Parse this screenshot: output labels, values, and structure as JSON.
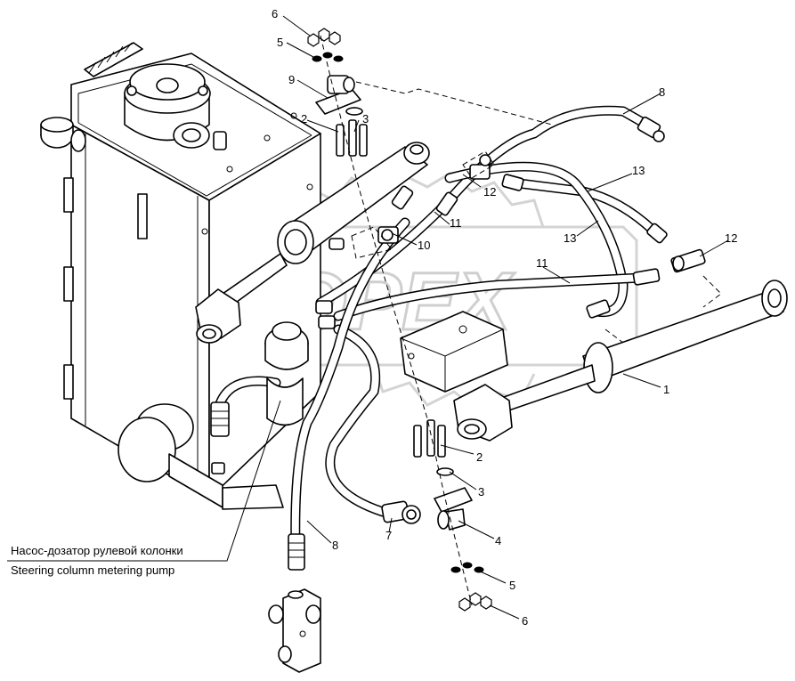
{
  "callouts": [
    {
      "id": "c6a",
      "label": "6"
    },
    {
      "id": "c5a",
      "label": "5"
    },
    {
      "id": "c9",
      "label": "9"
    },
    {
      "id": "c2a",
      "label": "2"
    },
    {
      "id": "c3a",
      "label": "3"
    },
    {
      "id": "c8a",
      "label": "8"
    },
    {
      "id": "c13a",
      "label": "13"
    },
    {
      "id": "c12a",
      "label": "12"
    },
    {
      "id": "c11a",
      "label": "11"
    },
    {
      "id": "c10",
      "label": "10"
    },
    {
      "id": "c13b",
      "label": "13"
    },
    {
      "id": "c12b",
      "label": "12"
    },
    {
      "id": "c11b",
      "label": "11"
    },
    {
      "id": "c1",
      "label": "1"
    },
    {
      "id": "c2b",
      "label": "2"
    },
    {
      "id": "c3b",
      "label": "3"
    },
    {
      "id": "c4",
      "label": "4"
    },
    {
      "id": "c5b",
      "label": "5"
    },
    {
      "id": "c6b",
      "label": "6"
    },
    {
      "id": "c7",
      "label": "7"
    },
    {
      "id": "c8b",
      "label": "8"
    }
  ],
  "caption": {
    "ru": "Насос-дозатор рулевой колонки",
    "en": "Steering column metering pump"
  },
  "watermark": {
    "text": "OPEX"
  }
}
